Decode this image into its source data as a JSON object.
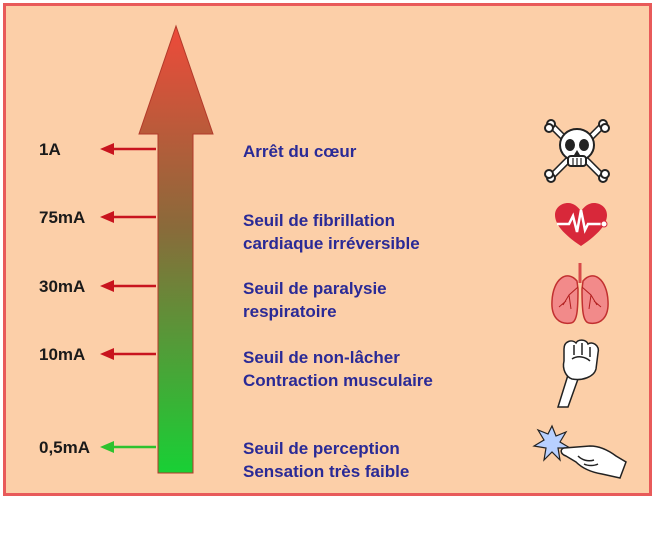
{
  "levels": [
    {
      "current": "1A",
      "lines": [
        "Arrêt du cœur"
      ],
      "icon": "skull-crossbones-icon",
      "pointer_color": "#c8141e"
    },
    {
      "current": "75mA",
      "lines": [
        "Seuil de fibrillation",
        "cardiaque irréversible"
      ],
      "icon": "heart-ecg-icon",
      "pointer_color": "#c8141e"
    },
    {
      "current": "30mA",
      "lines": [
        "Seuil de paralysie",
        "respiratoire"
      ],
      "icon": "lungs-icon",
      "pointer_color": "#c8141e"
    },
    {
      "current": "10mA",
      "lines": [
        "Seuil de non-lâcher",
        "Contraction musculaire"
      ],
      "icon": "clenched-fist-icon",
      "pointer_color": "#c8141e"
    },
    {
      "current": "0,5mA",
      "lines": [
        "Seuil de perception",
        "Sensation très faible"
      ],
      "icon": "finger-spark-icon",
      "pointer_color": "#2ec22e"
    }
  ],
  "colors": {
    "background": "#fccfa8",
    "border": "#e85a5a",
    "arrow_top": "#ee4a3a",
    "arrow_bottom": "#18d035",
    "description_text": "#2a2a96"
  }
}
